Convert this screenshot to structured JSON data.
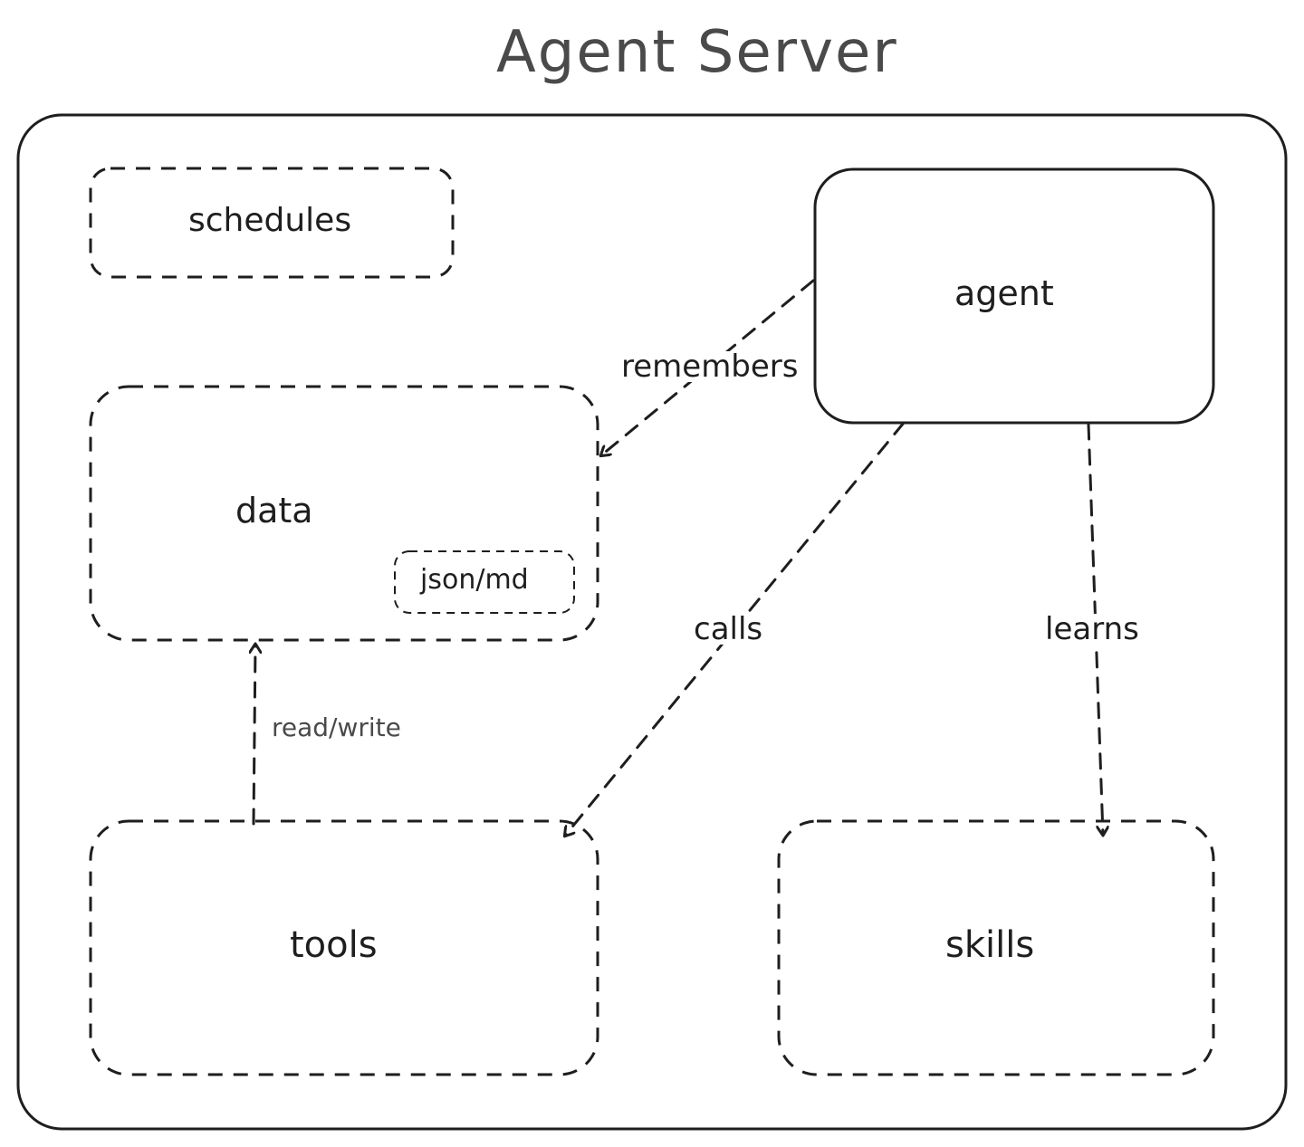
{
  "title": "Agent Server",
  "nodes": {
    "schedules": "schedules",
    "agent": "agent",
    "data": "data",
    "json_md": "json/md",
    "tools": "tools",
    "skills": "skills"
  },
  "edges": {
    "remembers": "remembers",
    "calls": "calls",
    "learns": "learns",
    "read_write": "read/write"
  },
  "colors": {
    "stroke": "#1e1e1e",
    "title": "#4a4a4a",
    "background": "#ffffff"
  }
}
